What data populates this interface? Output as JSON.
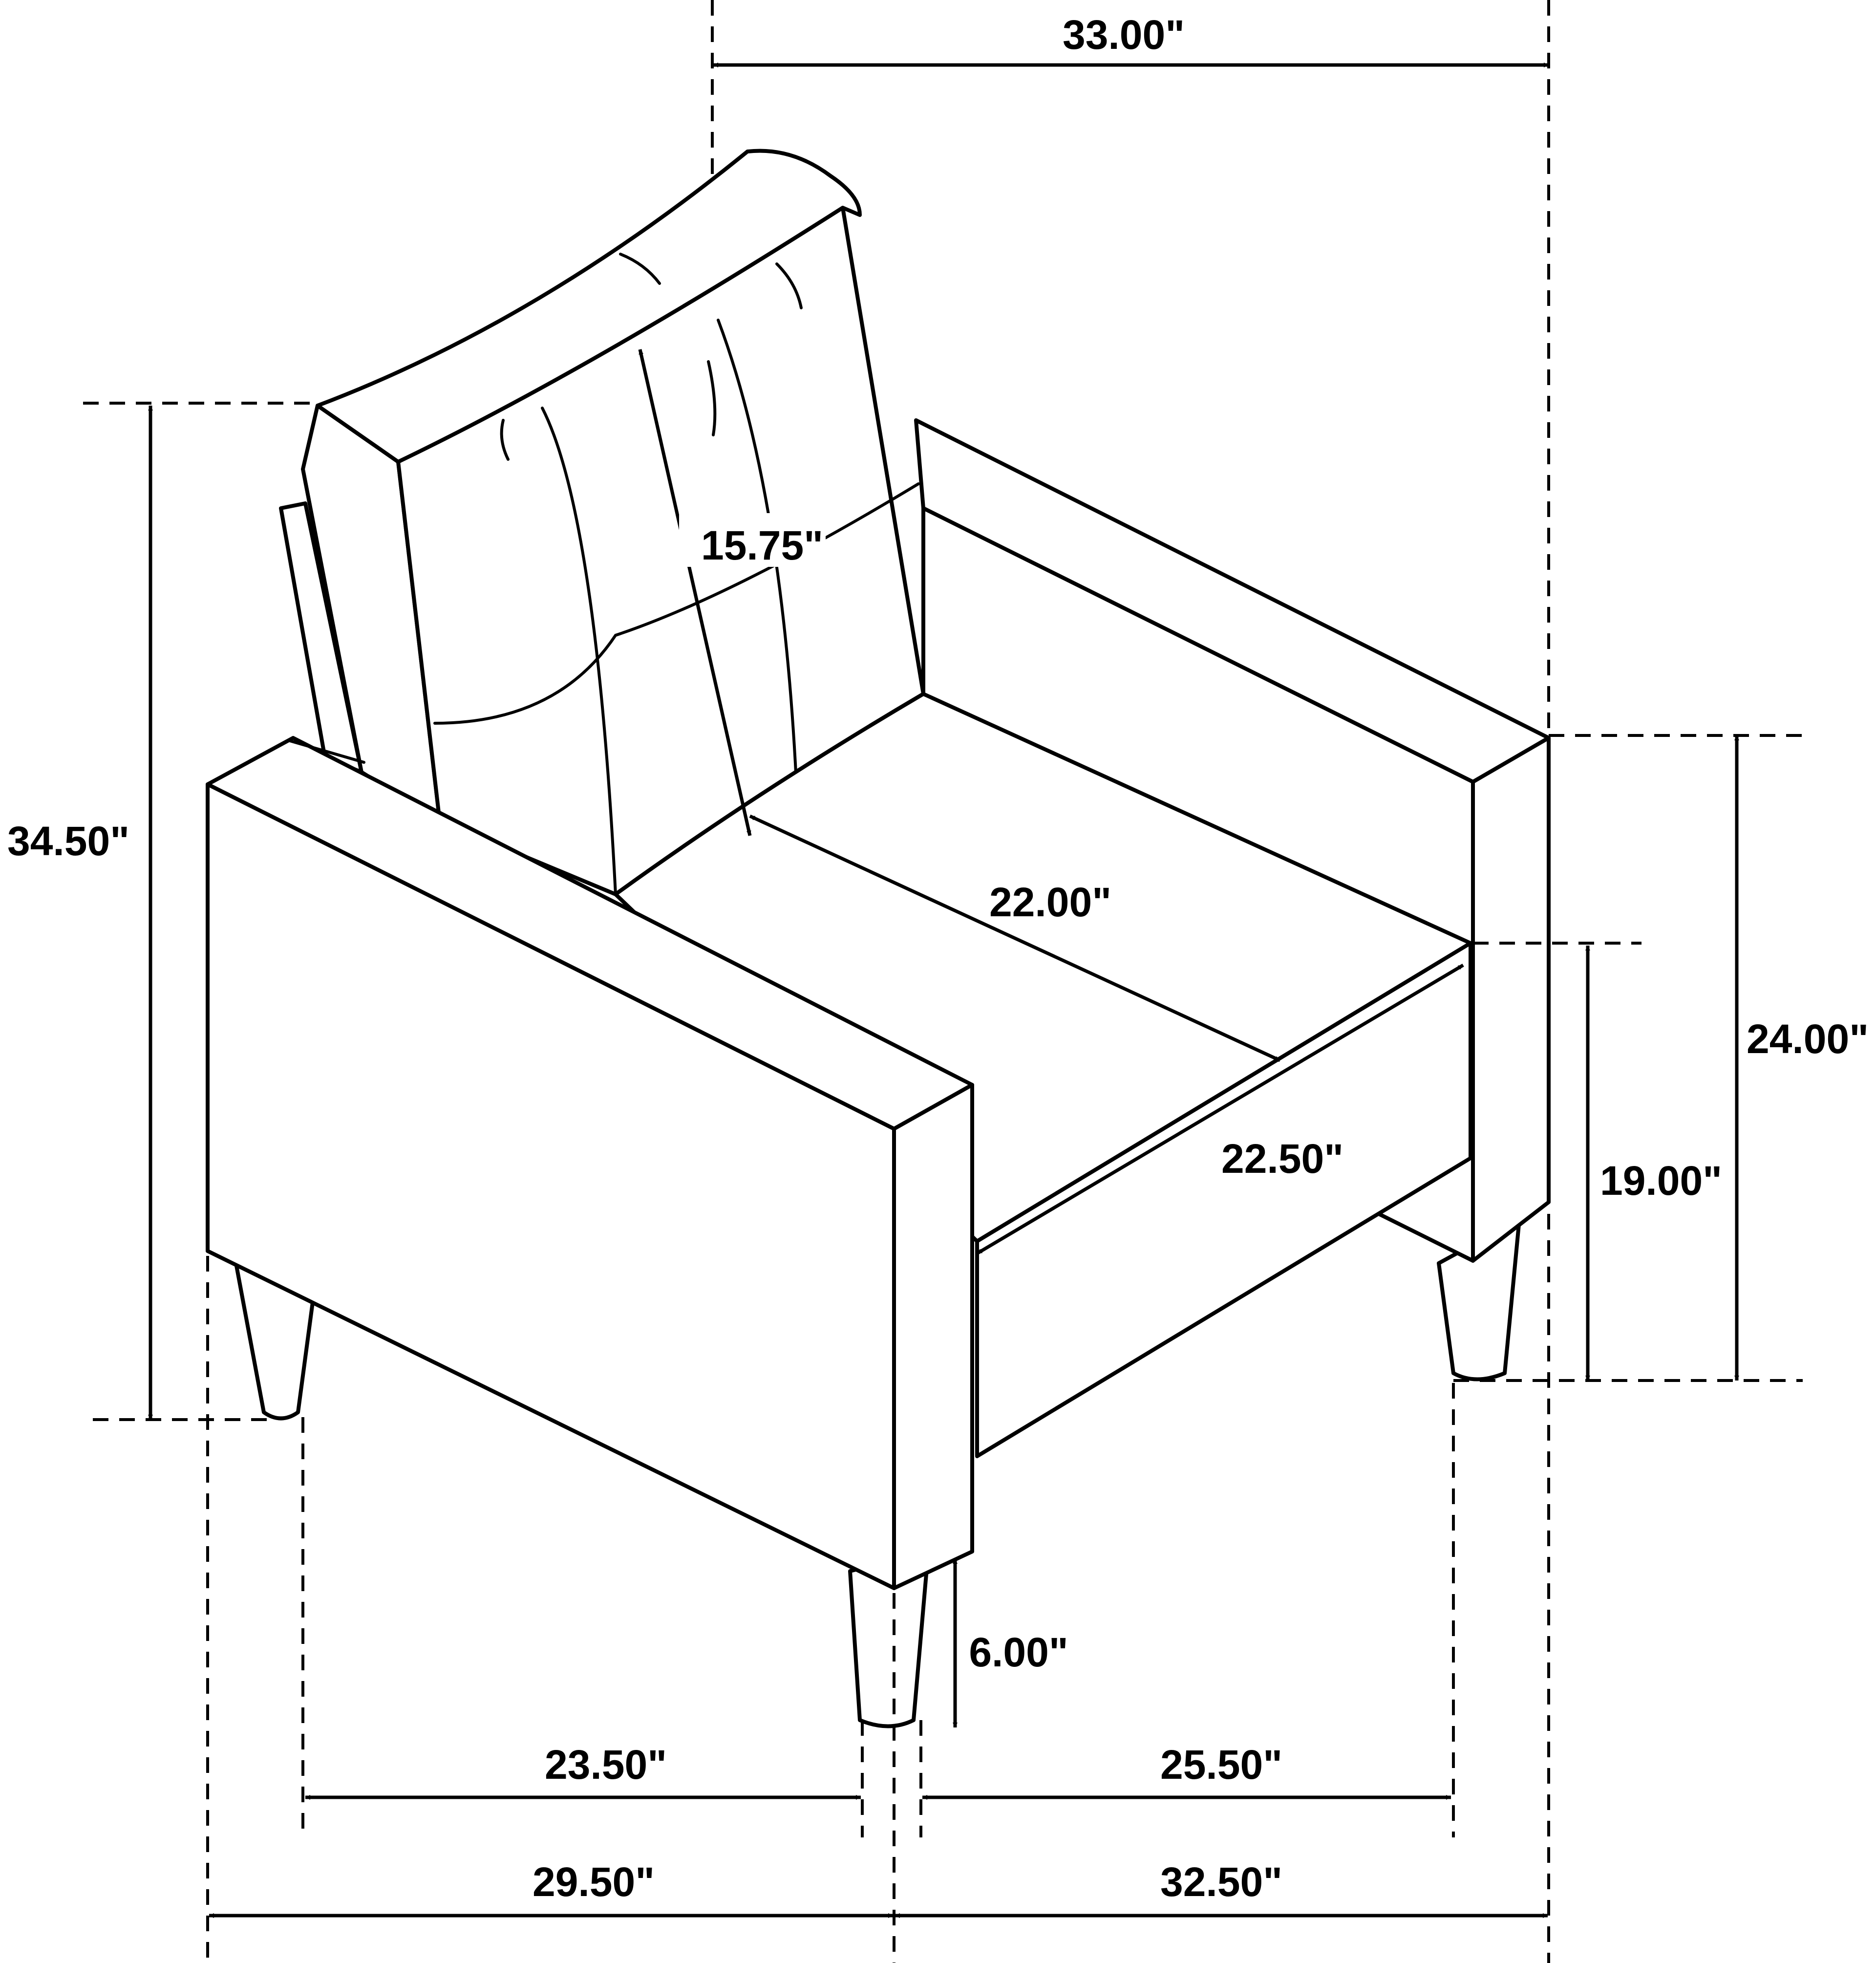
{
  "dimensions": {
    "overall_width": "33.00\"",
    "overall_height": "34.50\"",
    "back_height": "15.75\"",
    "seat_width": "22.00\"",
    "seat_depth": "22.50\"",
    "arm_height": "24.00\"",
    "seat_height": "19.00\"",
    "leg_height": "6.00\"",
    "leg_span_left": "23.50\"",
    "leg_span_right": "25.50\"",
    "depth_left": "29.50\"",
    "depth_right": "32.50\""
  }
}
